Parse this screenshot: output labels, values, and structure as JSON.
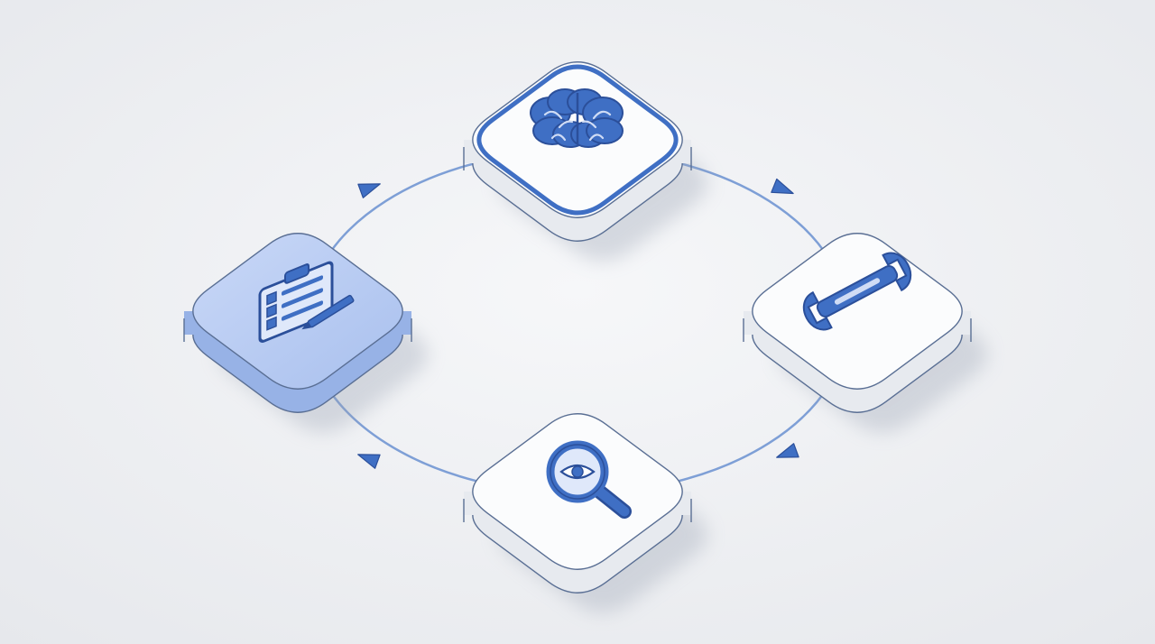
{
  "diagram": {
    "type": "cycle",
    "direction": "clockwise",
    "nodes": [
      {
        "id": "think",
        "icon": "brain-icon",
        "highlighted": false,
        "active_border": true
      },
      {
        "id": "act",
        "icon": "wrench-icon",
        "highlighted": false,
        "active_border": false
      },
      {
        "id": "observe",
        "icon": "magnifier-eye-icon",
        "highlighted": false,
        "active_border": false
      },
      {
        "id": "plan",
        "icon": "clipboard-checklist-icon",
        "highlighted": true,
        "active_border": false
      }
    ],
    "edges": [
      {
        "from": "think",
        "to": "act"
      },
      {
        "from": "act",
        "to": "observe"
      },
      {
        "from": "observe",
        "to": "plan"
      },
      {
        "from": "plan",
        "to": "think"
      }
    ]
  },
  "colors": {
    "background": "#eef0f3",
    "accent": "#3f6fc4",
    "accent_dark": "#2b4f9a",
    "ring": "#7e9fd6",
    "tile_top": "#fbfcfd",
    "tile_side": "#e7eaef",
    "tile_stroke": "#5a6f94",
    "highlight_top": "#b9ccf2",
    "highlight_side": "#97b2e6"
  }
}
